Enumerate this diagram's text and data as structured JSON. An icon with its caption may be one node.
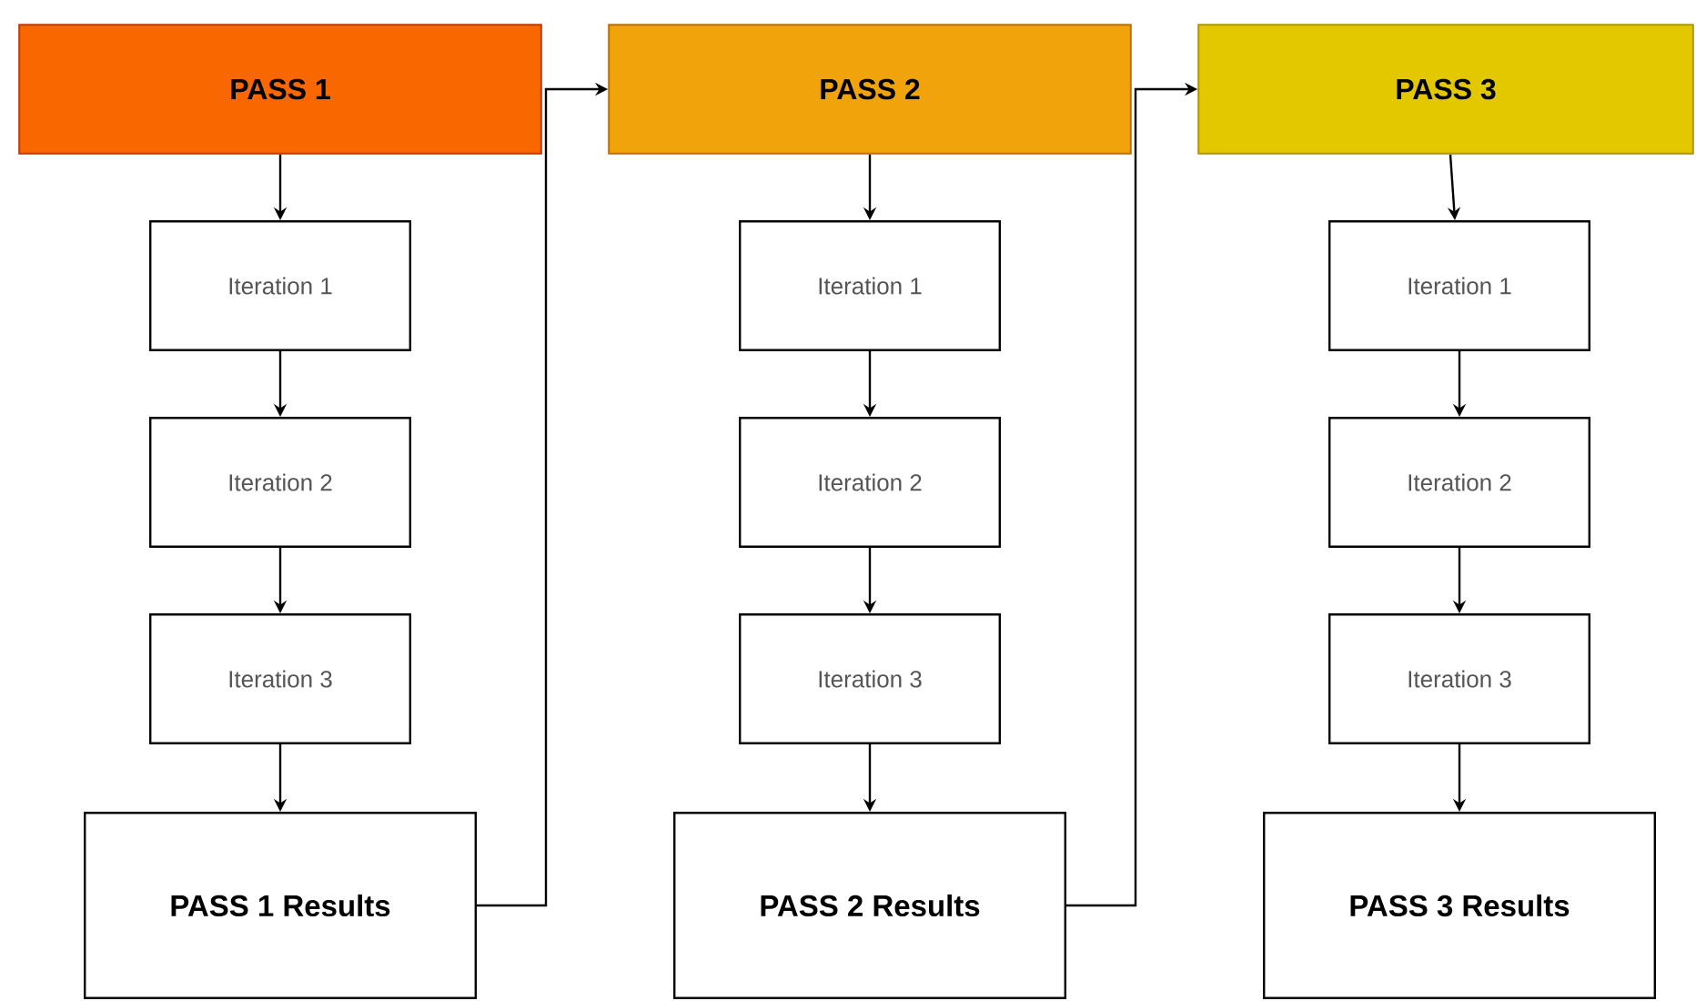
{
  "diagram": {
    "nodes": [
      {
        "text": [
          "PASS 1"
        ]
      },
      {
        "text": [
          "Iteration 1"
        ]
      },
      {
        "text": [
          "Iteration 2"
        ]
      },
      {
        "text": [
          "Iteration 3"
        ]
      },
      {
        "text": [
          "PASS 1 Results"
        ]
      },
      {
        "text": [
          "PASS 2"
        ]
      },
      {
        "text": [
          "Iteration 1"
        ]
      },
      {
        "text": [
          "Iteration 2"
        ]
      },
      {
        "text": [
          "Iteration 3"
        ]
      },
      {
        "text": [
          "PASS 2 Results"
        ]
      },
      {
        "text": [
          "PASS 3"
        ]
      },
      {
        "text": [
          "Iteration 1"
        ]
      },
      {
        "text": [
          "Iteration 2"
        ]
      },
      {
        "text": [
          "Iteration 3"
        ]
      },
      {
        "text": [
          "PASS 3 Results"
        ]
      }
    ],
    "edges": [
      {
        "from": 0,
        "to": 1,
        "arrow": "to"
      },
      {
        "from": 1,
        "to": 2,
        "arrow": "to"
      },
      {
        "from": 2,
        "to": 3,
        "arrow": "to"
      },
      {
        "from": 3,
        "to": 4,
        "arrow": "to"
      },
      {
        "from": 4,
        "to": 5,
        "arrow": "to"
      },
      {
        "from": 5,
        "to": 6,
        "arrow": "to"
      },
      {
        "from": 6,
        "to": 7,
        "arrow": "to"
      },
      {
        "from": 7,
        "to": 8,
        "arrow": "to"
      },
      {
        "from": 8,
        "to": 9,
        "arrow": "to"
      },
      {
        "from": 9,
        "to": 10,
        "arrow": "to"
      },
      {
        "from": 10,
        "to": 11,
        "arrow": "to"
      },
      {
        "from": 11,
        "to": 12,
        "arrow": "to"
      },
      {
        "from": 12,
        "to": 13,
        "arrow": "to"
      },
      {
        "from": 13,
        "to": 14,
        "arrow": "to"
      }
    ]
  }
}
